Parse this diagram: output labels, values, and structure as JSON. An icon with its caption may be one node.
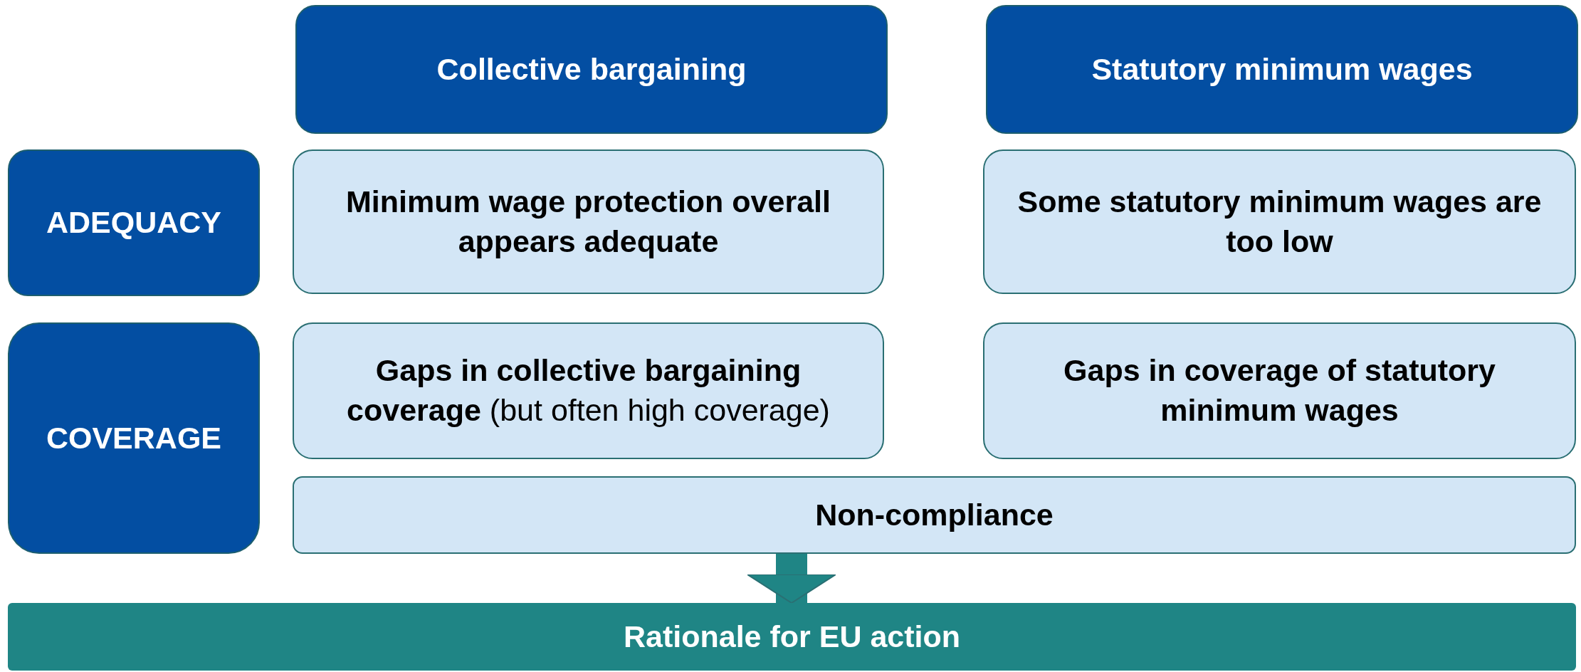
{
  "diagram": {
    "nodes": [
      {
        "text": [
          "Collective bargaining"
        ]
      },
      {
        "text": [
          "Statutory minimum wages"
        ]
      },
      {
        "text": [
          "ADEQUACY"
        ]
      },
      {
        "text": [
          "Minimum wage protection overall appears adequate"
        ]
      },
      {
        "text": [
          "Some statutory minimum wages are too low"
        ]
      },
      {
        "text": [
          "COVERAGE"
        ]
      },
      {
        "text": [
          "**Gaps in collective bargaining coverage** (but often high coverage)"
        ]
      },
      {
        "text": [
          "Gaps in coverage of statutory minimum wages"
        ]
      },
      {
        "text": [
          "Non-compliance"
        ]
      },
      {
        "text": [
          "Rationale for EU action"
        ]
      }
    ],
    "edges": [
      {
        "from": 8,
        "to": 9,
        "arrow": "to"
      }
    ]
  }
}
